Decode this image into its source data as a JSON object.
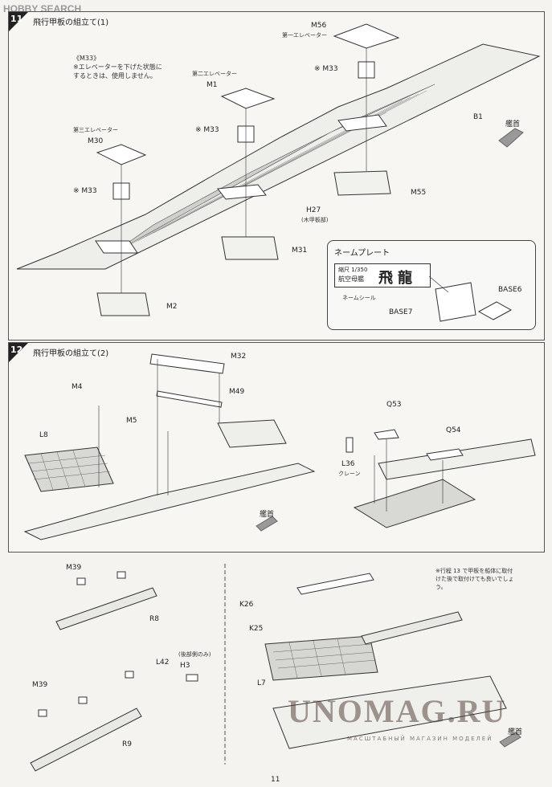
{
  "header": {
    "logo_text": "HOBBY SEARCH"
  },
  "step11": {
    "number": "11",
    "title": "飛行甲板の組立て(1)",
    "note": {
      "title": "《M33》",
      "line1": "※エレベーターを下げた状態に",
      "line2": "するときは、使用しません。"
    },
    "labels": {
      "m56": "M56",
      "m56_sub": "第一エレベーター",
      "m1": "M1",
      "m1_sub": "第二エレベーター",
      "m30": "M30",
      "m30_sub": "第三エレベーター",
      "m33a": "※ M33",
      "m33b": "※ M33",
      "m33c": "※ M33",
      "b1": "B1",
      "bow": "艦首",
      "m55": "M55",
      "h27": "H27",
      "h27_sub": "(木甲板部)",
      "m31": "M31",
      "m2": "M2"
    },
    "nameplate": {
      "title": "ネームプレート",
      "plate_small": "縮尺 1/350",
      "plate_ship": "航空母艦",
      "plate_name": "飛龍",
      "seal": "ネームシール",
      "base6": "BASE6",
      "base7": "BASE7"
    }
  },
  "step12": {
    "number": "12",
    "title": "飛行甲板の組立て(2)",
    "labels": {
      "m32": "M32",
      "m4": "M4",
      "m49": "M49",
      "m5": "M5",
      "l8": "L8",
      "q53": "Q53",
      "q54": "Q54",
      "l36": "L36",
      "l36_sub": "クレーン",
      "bow": "艦首"
    }
  },
  "lower": {
    "labels": {
      "m39a": "M39",
      "r8": "R8",
      "l42": "L42",
      "h3_note": "(後部側のみ)",
      "h3": "H3",
      "m39b": "M39",
      "r9": "R9",
      "k26": "K26",
      "k25": "K25",
      "l7": "L7",
      "bow": "艦首"
    },
    "note": {
      "line1": "※行程 13 で甲板を船体に取付",
      "line2": "けた後で取付けても良いでしょ",
      "line3": "う。"
    }
  },
  "watermark": {
    "main": "UNOMAG.RU",
    "sub": "МАСШТАБНЫЙ МАГАЗИН МОДЕЛЕЙ"
  },
  "page_number": "11"
}
